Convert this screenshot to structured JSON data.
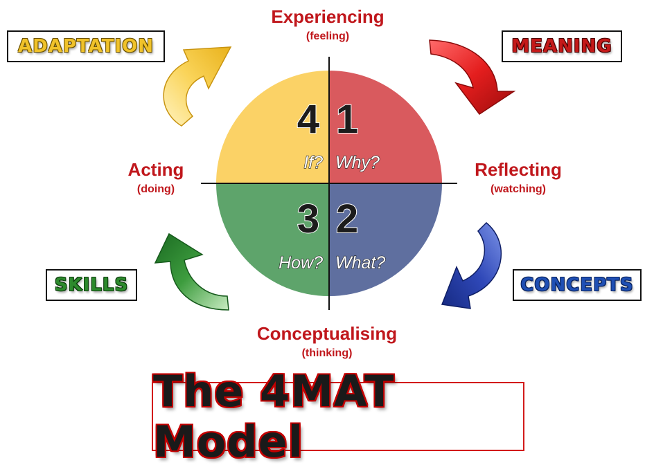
{
  "axes": {
    "top": {
      "label": "Experiencing",
      "sub": "(feeling)"
    },
    "right": {
      "label": "Reflecting",
      "sub": "(watching)"
    },
    "bottom": {
      "label": "Conceptualising",
      "sub": "(thinking)"
    },
    "left": {
      "label": "Acting",
      "sub": "(doing)"
    }
  },
  "quadrants": [
    {
      "number": "1",
      "question": "Why?",
      "color": "#d95a5e"
    },
    {
      "number": "2",
      "question": "What?",
      "color": "#5f6f9f"
    },
    {
      "number": "3",
      "question": "How?",
      "color": "#5ea46b"
    },
    {
      "number": "4",
      "question": "If?",
      "color": "#fbd266"
    }
  ],
  "boxes": {
    "adaptation": "ADAPTATION",
    "meaning": "MEANING",
    "skills": "SKILLS",
    "concepts": "CONCEPTS"
  },
  "title": "The 4MAT Model",
  "colors": {
    "axis_label": "#c0171c",
    "arrow_yellow": "#f6c843",
    "arrow_red": "#d81818",
    "arrow_blue": "#2d47b0",
    "arrow_green": "#2e8f34"
  },
  "icons": [
    "arrow-yellow-icon",
    "arrow-red-icon",
    "arrow-blue-icon",
    "arrow-green-icon"
  ]
}
